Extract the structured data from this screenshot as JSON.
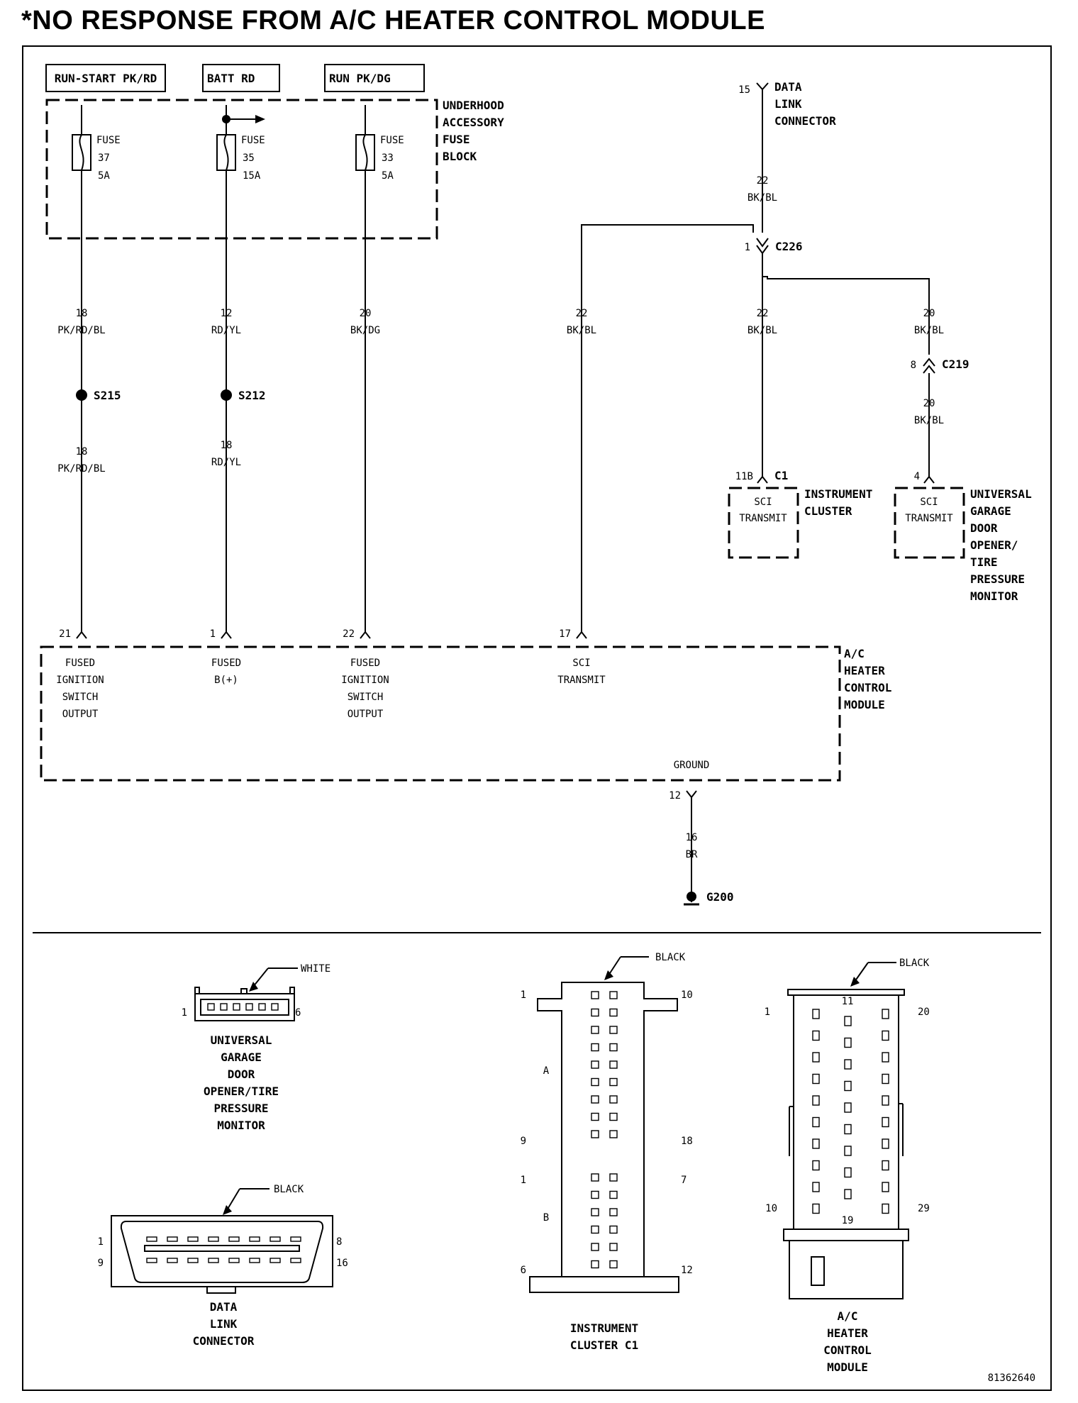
{
  "title": "*NO RESPONSE FROM A/C HEATER CONTROL MODULE",
  "sources": {
    "run_start": "RUN-START PK/RD",
    "batt": "BATT RD",
    "run": "RUN PK/DG"
  },
  "fuse_block": {
    "label": [
      "UNDERHOOD",
      "ACCESSORY",
      "FUSE",
      "BLOCK"
    ],
    "fuses": [
      {
        "word": "FUSE",
        "number": "37",
        "rating": "5A"
      },
      {
        "word": "FUSE",
        "number": "35",
        "rating": "15A"
      },
      {
        "word": "FUSE",
        "number": "33",
        "rating": "5A"
      }
    ]
  },
  "wires": {
    "w1_top": {
      "gauge": "18",
      "color": "PK/RD/BL"
    },
    "w1_bot": {
      "gauge": "18",
      "color": "PK/RD/BL"
    },
    "w2_top": {
      "gauge": "12",
      "color": "RD/YL"
    },
    "w2_bot": {
      "gauge": "18",
      "color": "RD/YL"
    },
    "w3": {
      "gauge": "20",
      "color": "BK/DG"
    },
    "w4": {
      "gauge": "22",
      "color": "BK/BL"
    },
    "dlc_wire": {
      "gauge": "22",
      "color": "BK/BL"
    },
    "c226_down": {
      "gauge": "22",
      "color": "BK/BL"
    },
    "ugdo_top": {
      "gauge": "20",
      "color": "BK/BL"
    },
    "ugdo_bot": {
      "gauge": "20",
      "color": "BK/BL"
    },
    "ground": {
      "gauge": "16",
      "color": "BR"
    }
  },
  "splices": {
    "s215": "S215",
    "s212": "S212"
  },
  "dlc": {
    "pin": "15",
    "label": [
      "DATA",
      "LINK",
      "CONNECTOR"
    ]
  },
  "c226": {
    "pin": "1",
    "name": "C226"
  },
  "c219": {
    "pin": "8",
    "name": "C219"
  },
  "cluster": {
    "pin": "11B",
    "conn": "C1",
    "func": [
      "SCI",
      "TRANSMIT"
    ],
    "label": [
      "INSTRUMENT",
      "CLUSTER"
    ]
  },
  "ugdo": {
    "pin": "4",
    "func": [
      "SCI",
      "TRANSMIT"
    ],
    "label": [
      "UNIVERSAL",
      "GARAGE",
      "DOOR",
      "OPENER/",
      "TIRE",
      "PRESSURE",
      "MONITOR"
    ]
  },
  "module": {
    "label": [
      "A/C",
      "HEATER",
      "CONTROL",
      "MODULE"
    ],
    "pins": [
      {
        "num": "21",
        "func": [
          "FUSED",
          "IGNITION",
          "SWITCH",
          "OUTPUT"
        ]
      },
      {
        "num": "1",
        "func": [
          "FUSED",
          "B(+)"
        ]
      },
      {
        "num": "22",
        "func": [
          "FUSED",
          "IGNITION",
          "SWITCH",
          "OUTPUT"
        ]
      },
      {
        "num": "17",
        "func": [
          "SCI",
          "TRANSMIT"
        ]
      }
    ],
    "ground_label": "GROUND",
    "ground_pin": "12"
  },
  "ground_point": "G200",
  "connectors": {
    "ugdo_view": {
      "color": "WHITE",
      "pin_left": "1",
      "pin_right": "6",
      "label": [
        "UNIVERSAL",
        "GARAGE",
        "DOOR",
        "OPENER/TIRE",
        "PRESSURE",
        "MONITOR"
      ]
    },
    "dlc_view": {
      "color": "BLACK",
      "pins": {
        "tl": "1",
        "tr": "8",
        "bl": "9",
        "br": "16"
      },
      "label": [
        "DATA",
        "LINK",
        "CONNECTOR"
      ]
    },
    "cluster_view": {
      "color": "BLACK",
      "pins": {
        "a_tl": "1",
        "a_tr": "10",
        "a": "A",
        "a_bl": "9",
        "a_br": "18",
        "b_tl": "1",
        "b_tr": "7",
        "b": "B",
        "b_bl": "6",
        "b_br": "12"
      },
      "label": [
        "INSTRUMENT",
        "CLUSTER C1"
      ]
    },
    "module_view": {
      "color": "BLACK",
      "pins": {
        "p1": "1",
        "p11": "11",
        "p20": "20",
        "p10": "10",
        "p19": "19",
        "p29": "29"
      },
      "label": [
        "A/C",
        "HEATER",
        "CONTROL",
        "MODULE"
      ]
    }
  },
  "figure_id": "81362640"
}
